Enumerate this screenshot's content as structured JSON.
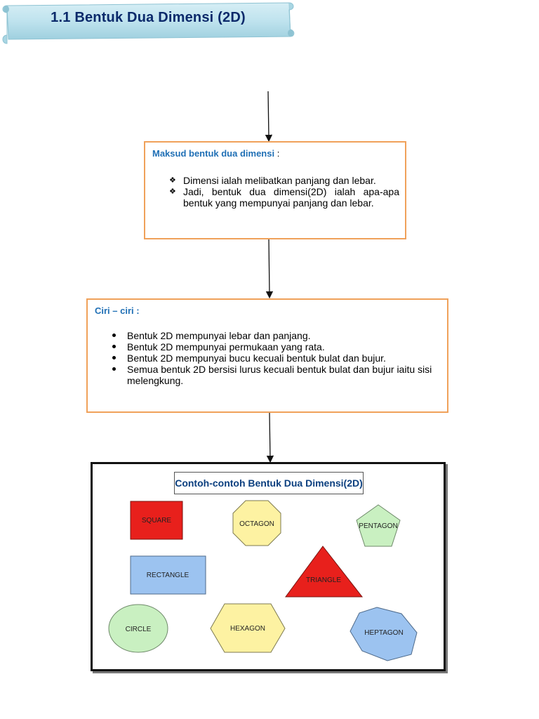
{
  "title": "1.1  Bentuk Dua Dimensi (2D)",
  "maksud": {
    "heading": "Maksud bentuk dua dimensi",
    "heading_suffix": " :",
    "items": [
      "Dimensi ialah melibatkan panjang dan lebar.",
      "Jadi, bentuk dua dimensi(2D) ialah apa-apa bentuk yang mempunyai panjang dan lebar."
    ]
  },
  "ciri": {
    "heading": "Ciri – ciri :",
    "items": [
      "Bentuk 2D mempunyai lebar dan panjang.",
      "Bentuk 2D mempunyai permukaan yang rata.",
      "Bentuk 2D mempunyai bucu kecuali bentuk bulat dan bujur.",
      "Semua bentuk 2D bersisi lurus kecuali bentuk bulat dan bujur iaitu sisi melengkung."
    ]
  },
  "examples": {
    "title": "Contoh-contoh Bentuk Dua Dimensi(2D)",
    "shapes": {
      "square": "SQUARE",
      "octagon": "OCTAGON",
      "pentagon": "PENTAGON",
      "rectangle": "RECTANGLE",
      "triangle": "TRIANGLE",
      "circle": "CIRCLE",
      "hexagon": "HEXAGON",
      "heptagon": "HEPTAGON"
    }
  },
  "colors": {
    "banner_fill": "#bfe3ee",
    "box_border": "#f0a15a",
    "heading_blue": "#1f6fb5",
    "square_red": "#e8201c",
    "octagon_yellow": "#fdf2a2",
    "pentagon_green": "#c9f0c1",
    "rectangle_blue": "#9cc3f0",
    "triangle_red": "#e8201c",
    "circle_green": "#c9f0c1",
    "hexagon_yellow": "#fdf2a2",
    "heptagon_blue": "#9cc3f0"
  },
  "icons": {
    "list_marker_maksud": "diamond-bullet-icon",
    "list_marker_ciri": "round-bullet-icon"
  }
}
